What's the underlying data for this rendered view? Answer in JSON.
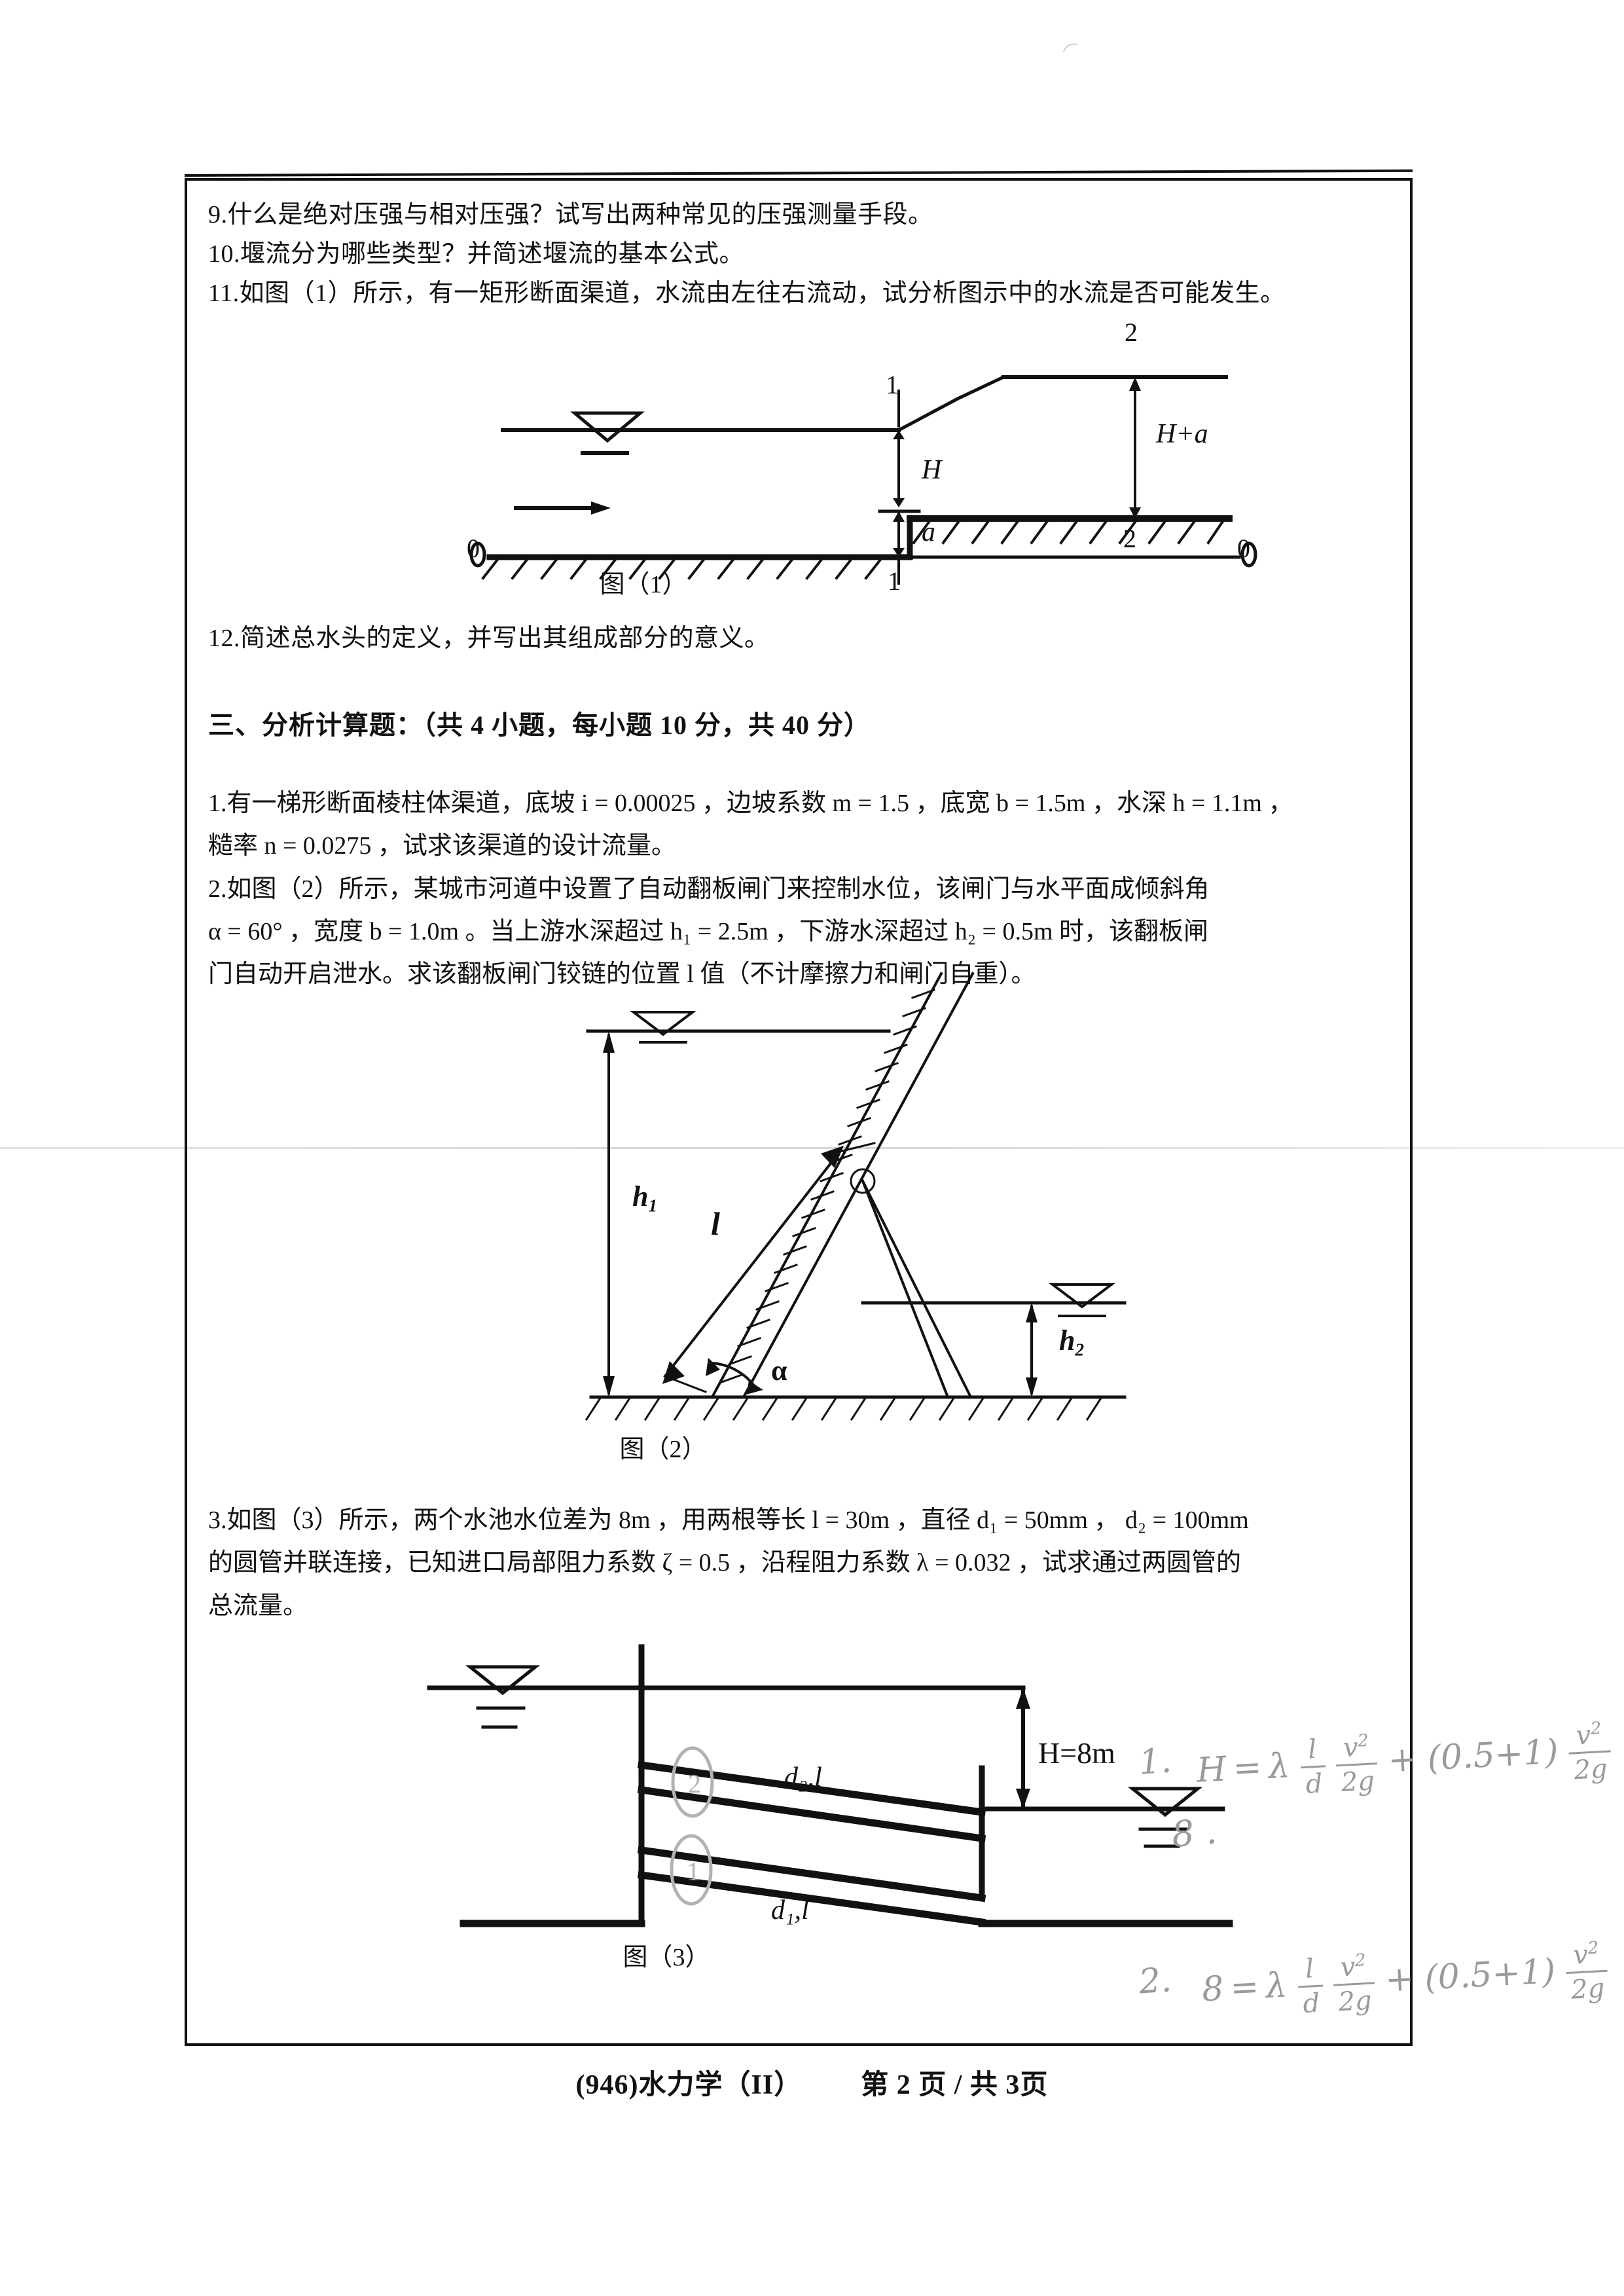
{
  "document": {
    "questions_part2": [
      {
        "num": "9.",
        "text": "什么是绝对压强与相对压强？试写出两种常见的压强测量手段。"
      },
      {
        "num": "10.",
        "text": "堰流分为哪些类型？并简述堰流的基本公式。"
      },
      {
        "num": "11.",
        "text": "如图（1）所示，有一矩形断面渠道，水流由左往右流动，试分析图示中的水流是否可能发生。"
      },
      {
        "num": "12.",
        "text": "简述总水头的定义，并写出其组成部分的意义。"
      }
    ],
    "section_heading": "三、分析计算题：（共 4 小题，每小题 10 分，共 40 分）",
    "problems": [
      {
        "num": "1.",
        "line1": "有一梯形断面棱柱体渠道，底坡 i = 0.00025 ，边坡系数 m = 1.5 ，底宽 b = 1.5m ，水深 h = 1.1m ，",
        "line2": "糙率 n = 0.0275 ，试求该渠道的设计流量。"
      },
      {
        "num": "2.",
        "line1": "如图（2）所示，某城市河道中设置了自动翻板闸门来控制水位，该闸门与水平面成倾斜角",
        "line2": "α = 60° ，宽度 b = 1.0m 。当上游水深超过 h₁ = 2.5m ，下游水深超过 h₂ = 0.5m 时，该翻板闸",
        "line3": "门自动开启泄水。求该翻板闸门铰链的位置 l 值（不计摩擦力和闸门自重）。"
      },
      {
        "num": "3.",
        "line1": "如图（3）所示，两个水池水位差为 8m ，用两根等长 l = 30m ，直径 d₁ = 50mm ， d₂ = 100mm",
        "line2": "的圆管并联连接，已知进口局部阻力系数 ζ = 0.5 ，沿程阻力系数 λ = 0.032 ，试求通过两圆管的",
        "line3": "总流量。"
      }
    ],
    "figure1": {
      "caption": "图（1）",
      "labels": {
        "section1_top": "1",
        "section2_top": "2",
        "section1_bottom": "1",
        "section2_bottom": "2",
        "datum_left": "0",
        "datum_right": "0",
        "depth_H": "H",
        "step_a": "a",
        "depth_Hpa": "H+a"
      }
    },
    "figure2": {
      "caption": "图（2）",
      "labels": {
        "upstream_depth": "h",
        "upstream_depth_sub": "1",
        "downstream_depth": "h",
        "downstream_depth_sub": "2",
        "gate_length": "l",
        "angle": "α"
      }
    },
    "figure3": {
      "caption": "图（3）",
      "labels": {
        "head_difference": "H=8m",
        "pipe2": "d₂,l",
        "pipe1": "d₁,l",
        "circle2": "②",
        "circle1": "①"
      }
    },
    "handwriting": [
      {
        "id": "note-1",
        "text": "1.  H = λ l/d · v₁²/2g + (0.5+1) v₁²/2g"
      },
      {
        "id": "note-1b",
        "text": "8 ."
      },
      {
        "id": "note-2",
        "text": "2.  8 = λ l/d · v₂²/2g + (0.5+1) v₂²/2g"
      }
    ],
    "footer": {
      "subject_code": "(946)",
      "subject": "水力学（II）",
      "page_label_prefix": "第",
      "page_number": "2",
      "page_label_mid": "页 / 共",
      "total_pages": "3",
      "page_label_suffix": "页"
    }
  },
  "colors": {
    "ink": "#111111",
    "handwriting": "#9a9a9a",
    "paper": "#ffffff"
  }
}
